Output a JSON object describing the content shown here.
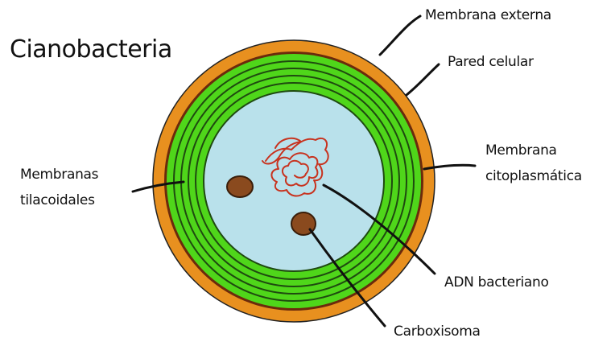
{
  "title": "Cianobacteria",
  "labels": {
    "outer_membrane": "Membrana externa",
    "cell_wall": "Pared celular",
    "cytoplasmic_membrane_line1": "Membrana",
    "cytoplasmic_membrane_line2": "citoplasmática",
    "thylakoid_membranes_line1": "Membranas",
    "thylakoid_membranes_line2": "tilacoidales",
    "dna": "ADN bacteriano",
    "carboxysome": "Carboxisoma"
  },
  "colors": {
    "outer_membrane": "#e8901f",
    "cell_wall": "#6b2a0c",
    "thylakoid_green": "#4fd61a",
    "thylakoid_dark": "#1f4a10",
    "cytoplasm": "#b9e1eb",
    "dna": "#c8321e",
    "carboxysome": "#8a4a1e",
    "leader_line": "#111111"
  }
}
